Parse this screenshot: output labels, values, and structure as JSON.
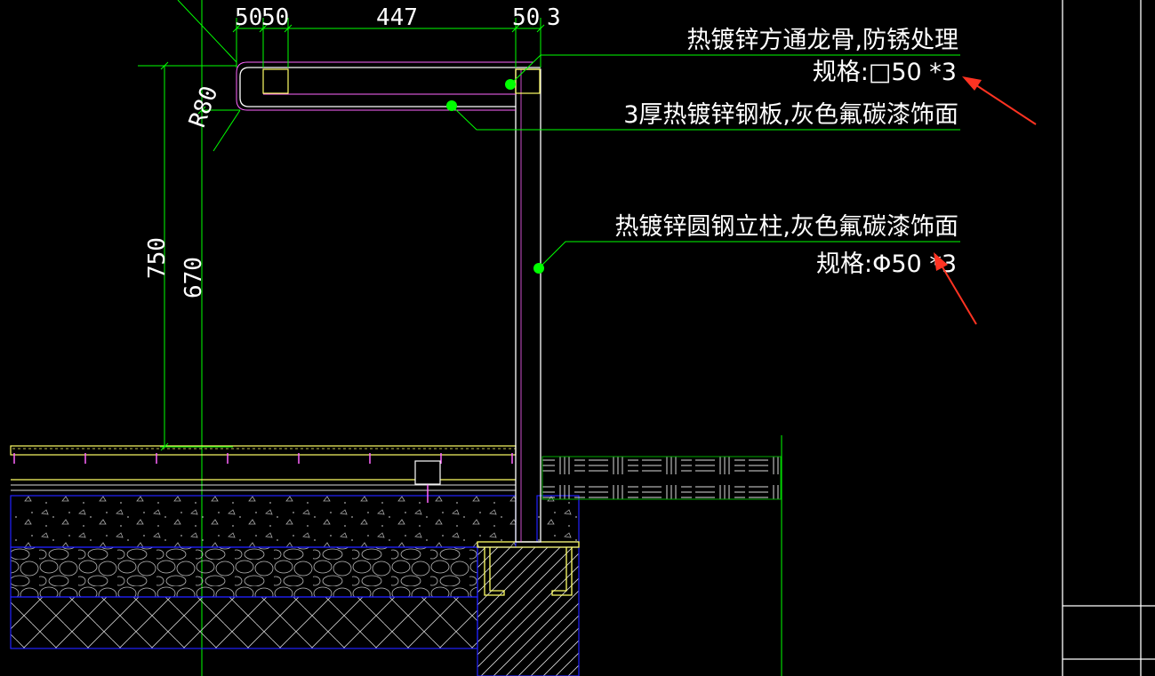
{
  "dimensions": {
    "top_a": "50",
    "top_b": "50",
    "top_c": "447",
    "top_d": "50",
    "top_e": "3",
    "radius": "R80",
    "height_total": "750",
    "height_post": "670"
  },
  "notes": [
    {
      "text": "热镀锌方通龙骨,防锈处理"
    },
    {
      "text": "规格:□50 *3"
    },
    {
      "text": "3厚热镀锌钢板,灰色氟碳漆饰面"
    },
    {
      "text": "热镀锌圆钢立柱,灰色氟碳漆饰面"
    },
    {
      "text": "规格:Φ50 *3"
    }
  ],
  "colors": {
    "background": "#000000",
    "dimension_line": "#00ff00",
    "text": "#ffffff",
    "frame_line": "#ffffff",
    "panel_line": "#ff66ff",
    "deck_line": "#ffff66",
    "foundation_line": "#2222ff",
    "arrow": "#ff3322"
  }
}
